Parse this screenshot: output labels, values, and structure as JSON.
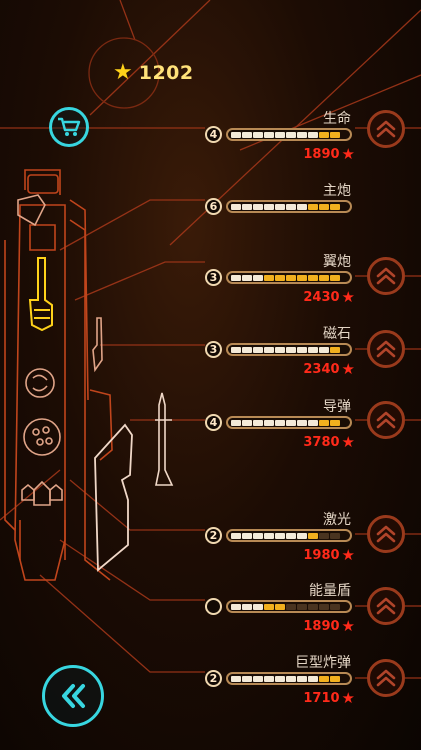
{
  "coins": {
    "count": "1202"
  },
  "buttons": {
    "shop_icon": "cart-icon",
    "back_icon": "double-chevron-left-icon",
    "upgrade_icon": "double-chevron-up-icon"
  },
  "upgrades": [
    {
      "name": "生命",
      "level": "4",
      "price": "1890",
      "filled": 8,
      "next": 2,
      "has_button": true
    },
    {
      "name": "主炮",
      "level": "6",
      "price": "",
      "filled": 7,
      "next": 3,
      "has_button": false
    },
    {
      "name": "翼炮",
      "level": "3",
      "price": "2430",
      "filled": 3,
      "next": 7,
      "has_button": true
    },
    {
      "name": "磁石",
      "level": "3",
      "price": "2340",
      "filled": 9,
      "next": 1,
      "has_button": true
    },
    {
      "name": "导弹",
      "level": "4",
      "price": "3780",
      "filled": 8,
      "next": 2,
      "has_button": true
    },
    {
      "name": "激光",
      "level": "2",
      "price": "1980",
      "filled": 7,
      "next": 1,
      "has_button": true
    },
    {
      "name": "能量盾",
      "level": "",
      "price": "1890",
      "filled": 3,
      "next": 2,
      "has_button": true
    },
    {
      "name": "巨型炸弹",
      "level": "2",
      "price": "1710",
      "filled": 8,
      "next": 2,
      "has_button": true
    }
  ],
  "colors": {
    "accent_cyan": "#38d6e0",
    "price_red": "#ff2a1a",
    "gold": "#ffd21a",
    "line_orange": "#b2401a"
  }
}
